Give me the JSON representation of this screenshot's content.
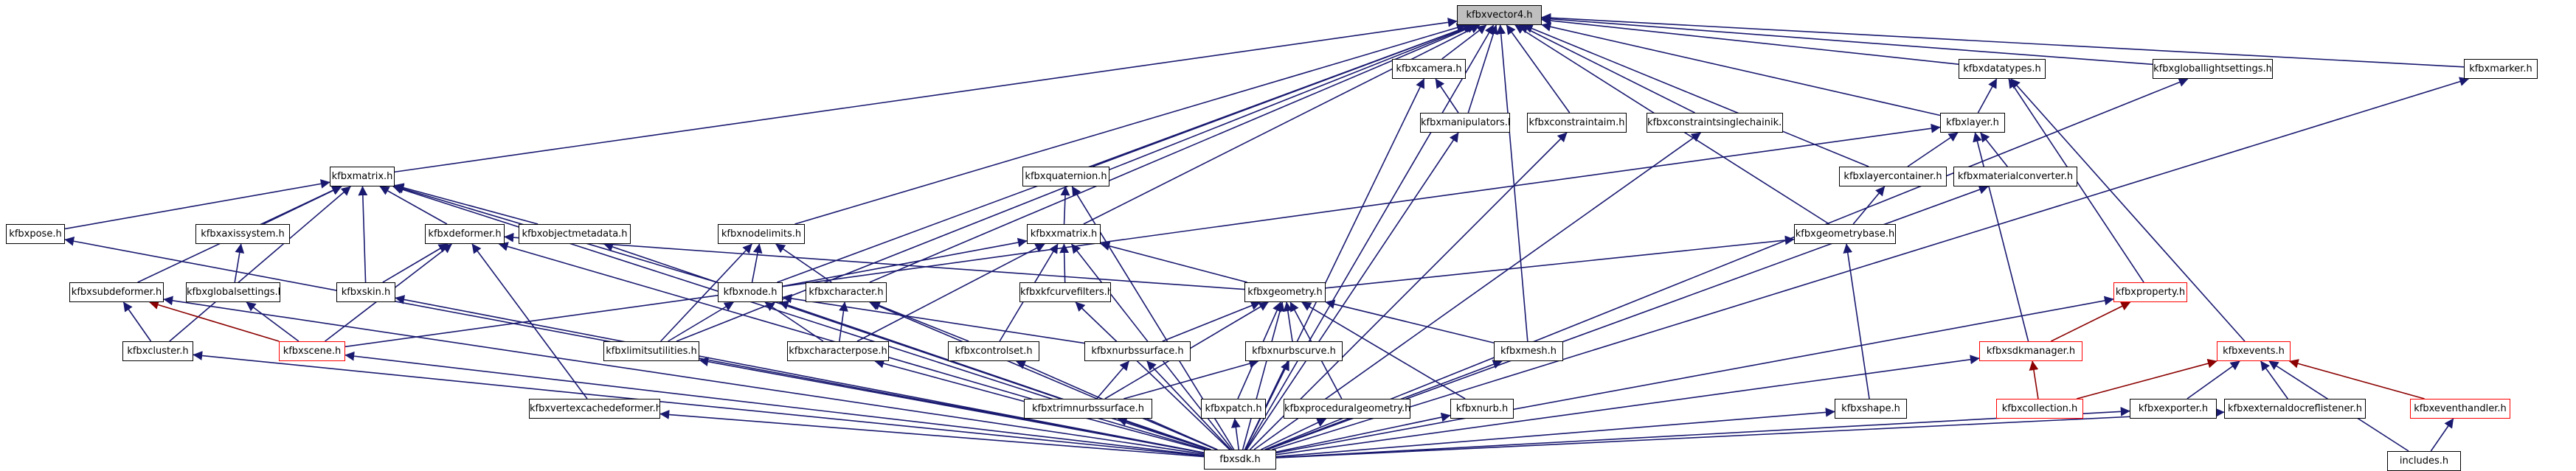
{
  "graph": {
    "edge_color": "#191970",
    "red_edge_color": "#8b0000",
    "red_node_border": "#ff0000",
    "root_fill": "#bfbfbf",
    "nodes": [
      {
        "id": "fbxvector4",
        "label": "kfbxvector4.h",
        "root": true
      },
      {
        "id": "fbxcamera",
        "label": "kfbxcamera.h"
      },
      {
        "id": "fbxdatatypes",
        "label": "kfbxdatatypes.h"
      },
      {
        "id": "fbxgloballightsettings",
        "label": "kfbxgloballightsettings.h"
      },
      {
        "id": "fbxmarker",
        "label": "kfbxmarker.h"
      },
      {
        "id": "fbxmanipulators",
        "label": "kfbxmanipulators.h"
      },
      {
        "id": "fbxconstraintaim",
        "label": "kfbxconstraintaim.h"
      },
      {
        "id": "fbxconstraintsinglechainik",
        "label": "kfbxconstraintsinglechainik.h"
      },
      {
        "id": "fbxlayer",
        "label": "kfbxlayer.h"
      },
      {
        "id": "fbxquaternion",
        "label": "kfbxquaternion.h"
      },
      {
        "id": "fbxlayercontainer",
        "label": "kfbxlayercontainer.h"
      },
      {
        "id": "fbxmaterialconverter",
        "label": "kfbxmaterialconverter.h"
      },
      {
        "id": "fbxmatrix",
        "label": "kfbxmatrix.h"
      },
      {
        "id": "fbxpose",
        "label": "kfbxpose.h"
      },
      {
        "id": "fbxaxissystem",
        "label": "kfbxaxissystem.h"
      },
      {
        "id": "fbxdeformer",
        "label": "kfbxdeformer.h"
      },
      {
        "id": "fbxobjectmetadata",
        "label": "kfbxobjectmetadata.h"
      },
      {
        "id": "fbxnodelimits",
        "label": "kfbxnodelimits.h"
      },
      {
        "id": "fbxxmatrix",
        "label": "kfbxxmatrix.h"
      },
      {
        "id": "fbxgeometrybase",
        "label": "kfbxgeometrybase.h"
      },
      {
        "id": "fbxproperty",
        "label": "kfbxproperty.h",
        "red": true
      },
      {
        "id": "fbxsubdeformer",
        "label": "kfbxsubdeformer.h"
      },
      {
        "id": "fbxglobalsettings",
        "label": "kfbxglobalsettings.h"
      },
      {
        "id": "fbxskin",
        "label": "kfbxskin.h"
      },
      {
        "id": "fbxnode",
        "label": "kfbxnode.h"
      },
      {
        "id": "fbxcharacter",
        "label": "kfbxcharacter.h"
      },
      {
        "id": "fbxcurvefilters",
        "label": "kfbxkfcurvefilters.h"
      },
      {
        "id": "fbxgeometry",
        "label": "kfbxgeometry.h"
      },
      {
        "id": "fbxsdkmanager",
        "label": "kfbxsdkmanager.h",
        "red": true
      },
      {
        "id": "fbxevents",
        "label": "kfbxevents.h",
        "red": true
      },
      {
        "id": "fbxcluster",
        "label": "kfbxcluster.h"
      },
      {
        "id": "fbxscene",
        "label": "kfbxscene.h",
        "red": true
      },
      {
        "id": "fbxlimitsutilities",
        "label": "kfbxlimitsutilities.h"
      },
      {
        "id": "fbxcharacterpose",
        "label": "kfbxcharacterpose.h"
      },
      {
        "id": "fbxcontrolset",
        "label": "kfbxcontrolset.h"
      },
      {
        "id": "fbxnurbssurface",
        "label": "kfbxnurbssurface.h"
      },
      {
        "id": "fbxnurbscurve",
        "label": "kfbxnurbscurve.h"
      },
      {
        "id": "fbxmesh",
        "label": "kfbxmesh.h"
      },
      {
        "id": "fbxvertexcachedeformer",
        "label": "kfbxvertexcachedeformer.h"
      },
      {
        "id": "fbxtrimnurbssurface",
        "label": "kfbxtrimnurbssurface.h"
      },
      {
        "id": "fbxpatch",
        "label": "kfbxpatch.h"
      },
      {
        "id": "fbxproceduralgeometry",
        "label": "kfbxproceduralgeometry.h"
      },
      {
        "id": "fbxnurb",
        "label": "kfbxnurb.h"
      },
      {
        "id": "fbxshape",
        "label": "kfbxshape.h"
      },
      {
        "id": "fbxcollection",
        "label": "kfbxcollection.h",
        "red": true
      },
      {
        "id": "fbxexporter",
        "label": "kfbxexporter.h"
      },
      {
        "id": "fbxexternaldocreflistener",
        "label": "kfbxexternaldocreflistener.h"
      },
      {
        "id": "fbxeventhandler",
        "label": "kfbxeventhandler.h",
        "red": true
      },
      {
        "id": "includes",
        "label": "includes.h"
      },
      {
        "id": "fbxsdk",
        "label": "fbxsdk.h"
      }
    ],
    "edges": [
      [
        "fbxcamera",
        "fbxvector4"
      ],
      [
        "fbxdatatypes",
        "fbxvector4"
      ],
      [
        "fbxgloballightsettings",
        "fbxvector4"
      ],
      [
        "fbxmarker",
        "fbxvector4"
      ],
      [
        "fbxmanipulators",
        "fbxvector4"
      ],
      [
        "fbxconstraintaim",
        "fbxvector4"
      ],
      [
        "fbxconstraintsinglechainik",
        "fbxvector4"
      ],
      [
        "fbxlayer",
        "fbxvector4"
      ],
      [
        "fbxquaternion",
        "fbxvector4"
      ],
      [
        "fbxlayercontainer",
        "fbxvector4"
      ],
      [
        "fbxmatrix",
        "fbxvector4"
      ],
      [
        "fbxnodelimits",
        "fbxvector4"
      ],
      [
        "fbxxmatrix",
        "fbxvector4"
      ],
      [
        "fbxgeometrybase",
        "fbxvector4"
      ],
      [
        "fbxnode",
        "fbxvector4"
      ],
      [
        "fbxcharacter",
        "fbxvector4"
      ],
      [
        "fbxlimitsutilities",
        "fbxvector4"
      ],
      [
        "fbxmesh",
        "fbxvector4"
      ],
      [
        "fbxsdk",
        "fbxvector4"
      ],
      [
        "fbxmanipulators",
        "fbxcamera"
      ],
      [
        "fbxsdk",
        "fbxcamera"
      ],
      [
        "fbxlayer",
        "fbxdatatypes"
      ],
      [
        "fbxproperty",
        "fbxdatatypes"
      ],
      [
        "fbxevents",
        "fbxdatatypes"
      ],
      [
        "fbxlayercontainer",
        "fbxlayer"
      ],
      [
        "fbxmaterialconverter",
        "fbxlayer"
      ],
      [
        "fbxsdkmanager",
        "fbxlayer"
      ],
      [
        "fbxscene",
        "fbxlayer"
      ],
      [
        "fbxgeometrybase",
        "fbxlayercontainer"
      ],
      [
        "fbxxmatrix",
        "fbxquaternion"
      ],
      [
        "fbxsdk",
        "fbxquaternion"
      ],
      [
        "fbxpose",
        "fbxmatrix"
      ],
      [
        "fbxaxissystem",
        "fbxmatrix"
      ],
      [
        "fbxdeformer",
        "fbxmatrix"
      ],
      [
        "fbxobjectmetadata",
        "fbxmatrix"
      ],
      [
        "fbxsubdeformer",
        "fbxmatrix"
      ],
      [
        "fbxskin",
        "fbxmatrix"
      ],
      [
        "fbxnode",
        "fbxmatrix"
      ],
      [
        "fbxcluster",
        "fbxmatrix"
      ],
      [
        "fbxsdk",
        "fbxmatrix"
      ],
      [
        "fbxglobalsettings",
        "fbxaxissystem"
      ],
      [
        "fbxskin",
        "fbxdeformer"
      ],
      [
        "fbxscene",
        "fbxdeformer"
      ],
      [
        "fbxgeometry",
        "fbxdeformer"
      ],
      [
        "fbxvertexcachedeformer",
        "fbxdeformer"
      ],
      [
        "fbxsdk",
        "fbxdeformer"
      ],
      [
        "fbxlimitsutilities",
        "fbxnodelimits"
      ],
      [
        "fbxnode",
        "fbxnodelimits"
      ],
      [
        "fbxcharacter",
        "fbxnodelimits"
      ],
      [
        "fbxnode",
        "fbxxmatrix"
      ],
      [
        "fbxcurvefilters",
        "fbxxmatrix"
      ],
      [
        "fbxgeometry",
        "fbxxmatrix"
      ],
      [
        "fbxcharacterpose",
        "fbxxmatrix"
      ],
      [
        "fbxcontrolset",
        "fbxxmatrix"
      ],
      [
        "fbxsdk",
        "fbxxmatrix"
      ],
      [
        "fbxgeometry",
        "fbxgeometrybase"
      ],
      [
        "fbxshape",
        "fbxgeometrybase"
      ],
      [
        "fbxsdkmanager",
        "fbxproperty"
      ],
      [
        "fbxsdk",
        "fbxproperty"
      ],
      [
        "fbxcluster",
        "fbxsubdeformer"
      ],
      [
        "fbxscene",
        "fbxsubdeformer"
      ],
      [
        "fbxsdk",
        "fbxsubdeformer"
      ],
      [
        "fbxscene",
        "fbxglobalsettings"
      ],
      [
        "fbxsdk",
        "fbxskin"
      ],
      [
        "fbxlimitsutilities",
        "fbxnode"
      ],
      [
        "fbxcharacterpose",
        "fbxnode"
      ],
      [
        "fbxnurbssurface",
        "fbxnode"
      ],
      [
        "fbxsdk",
        "fbxnode"
      ],
      [
        "fbxcharacterpose",
        "fbxcharacter"
      ],
      [
        "fbxcontrolset",
        "fbxcharacter"
      ],
      [
        "fbxsdk",
        "fbxcharacter"
      ],
      [
        "fbxsdk",
        "fbxcurvefilters"
      ],
      [
        "fbxnurbssurface",
        "fbxgeometry"
      ],
      [
        "fbxnurbscurve",
        "fbxgeometry"
      ],
      [
        "fbxmesh",
        "fbxgeometry"
      ],
      [
        "fbxtrimnurbssurface",
        "fbxgeometry"
      ],
      [
        "fbxpatch",
        "fbxgeometry"
      ],
      [
        "fbxproceduralgeometry",
        "fbxgeometry"
      ],
      [
        "fbxnurb",
        "fbxgeometry"
      ],
      [
        "fbxsdk",
        "fbxgeometry"
      ],
      [
        "fbxcollection",
        "fbxevents"
      ],
      [
        "fbxexporter",
        "fbxevents"
      ],
      [
        "fbxexternaldocreflistener",
        "fbxevents"
      ],
      [
        "fbxeventhandler",
        "fbxevents"
      ],
      [
        "includes",
        "fbxevents"
      ],
      [
        "fbxsdk",
        "fbxcluster"
      ],
      [
        "fbxsdk",
        "fbxscene"
      ],
      [
        "fbxsdk",
        "fbxlimitsutilities"
      ],
      [
        "fbxsdk",
        "fbxcharacterpose"
      ],
      [
        "fbxsdk",
        "fbxcontrolset"
      ],
      [
        "fbxtrimnurbssurface",
        "fbxnurbssurface"
      ],
      [
        "fbxsdk",
        "fbxnurbssurface"
      ],
      [
        "fbxtrimnurbssurface",
        "fbxnurbscurve"
      ],
      [
        "fbxsdk",
        "fbxnurbscurve"
      ],
      [
        "fbxsdk",
        "fbxmesh"
      ],
      [
        "fbxsdk",
        "fbxvertexcachedeformer"
      ],
      [
        "fbxsdk",
        "fbxtrimnurbssurface"
      ],
      [
        "fbxsdk",
        "fbxpatch"
      ],
      [
        "fbxsdk",
        "fbxproceduralgeometry"
      ],
      [
        "fbxsdk",
        "fbxnurb"
      ],
      [
        "fbxsdk",
        "fbxshape"
      ],
      [
        "fbxsdk",
        "fbxsdkmanager"
      ],
      [
        "fbxcollection",
        "fbxsdkmanager"
      ],
      [
        "fbxsdk",
        "fbxexporter"
      ],
      [
        "fbxsdk",
        "fbxexternaldocreflistener"
      ],
      [
        "fbxsdk",
        "fbxmaterialconverter"
      ],
      [
        "fbxsdk",
        "fbxconstraintaim"
      ],
      [
        "fbxsdk",
        "fbxconstraintsinglechainik"
      ],
      [
        "fbxsdk",
        "fbxobjectmetadata"
      ],
      [
        "fbxsdk",
        "fbxgloballightsettings"
      ],
      [
        "fbxsdk",
        "fbxmarker"
      ],
      [
        "fbxsdk",
        "fbxpose"
      ],
      [
        "fbxsdk",
        "fbxmanipulators"
      ],
      [
        "includes",
        "fbxeventhandler"
      ]
    ]
  }
}
